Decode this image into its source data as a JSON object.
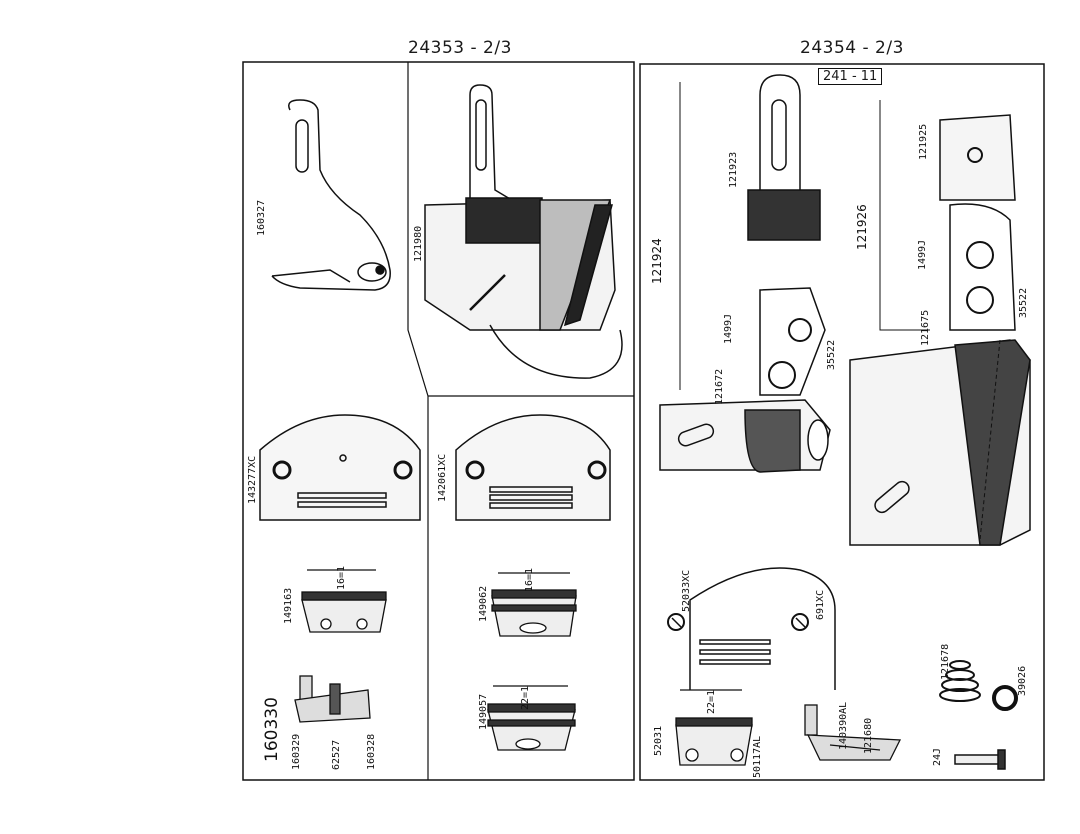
{
  "page": {
    "left_header": "24353 - 2/3",
    "right_header": "24354 - 2/3",
    "boxed_label": "241 - 11"
  },
  "left_panel": {
    "part_labels": {
      "p160327": "160327",
      "p121980": "121980",
      "p143277": "143277XC",
      "p142061": "142061XC",
      "p149163": "149163",
      "p149062": "149062",
      "p149057": "149057",
      "p160330": "160330",
      "p160329": "160329",
      "p62527": "62527",
      "p160328": "160328",
      "dim16a": "16=1",
      "dim16b": "16=1",
      "dim22": "22=1"
    }
  },
  "right_panel": {
    "part_labels": {
      "p121923": "121923",
      "p121924": "121924",
      "p121926": "121926",
      "p121925": "121925",
      "p1499a": "1499J",
      "p1499b": "1499J",
      "p35522a": "35522",
      "p35522b": "35522",
      "p121672": "121672",
      "p121675": "121675",
      "p52033": "52033XC",
      "p691": "691XC",
      "p121678": "121678",
      "p39026": "39026",
      "p140390": "140390AL",
      "p121680": "121680",
      "p52031": "52031",
      "p50117": "50117AL",
      "p24j": "24J",
      "dim22r": "22=1"
    }
  }
}
